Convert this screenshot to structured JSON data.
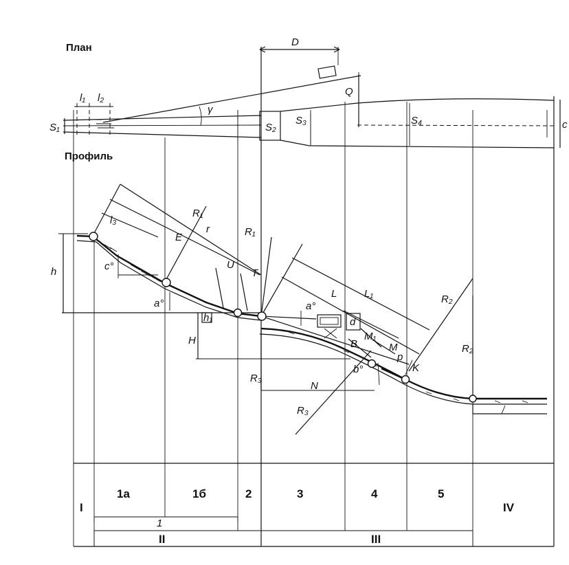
{
  "headings": {
    "plan": "План",
    "profile": "Профиль"
  },
  "plan_labels": {
    "l1": "l₁",
    "l2": "l₂",
    "s1": "S₁",
    "s2": "S₂",
    "s3": "S₃",
    "s4": "S₄",
    "d": "D",
    "q": "Q",
    "gamma": "γ",
    "c_right": "c"
  },
  "profile_labels": {
    "h": "h",
    "l3": "l₃",
    "c_deg": "c°",
    "e": "E",
    "r1a": "R₁",
    "r_small": "r",
    "r1b": "R₁",
    "u": "U",
    "t": "T",
    "a_deg_left": "a°",
    "h_cap": "H",
    "h1": "h₁",
    "a_deg_right": "a°",
    "d_small": "d",
    "l_cap": "L",
    "l1_cap": "L₁",
    "r2a": "R₂",
    "r2b": "R₂",
    "b": "B",
    "m1": "M₁",
    "m": "M",
    "p": "p",
    "k": "K",
    "b_deg": "b°",
    "r3a": "R₃",
    "r3b": "R₃",
    "n": "N"
  },
  "table": {
    "sections": [
      "I",
      "1а",
      "1б",
      "2",
      "3",
      "4",
      "5",
      "IV"
    ],
    "bracket_1": "1",
    "bracket_ii": "II",
    "bracket_iii": "III"
  }
}
